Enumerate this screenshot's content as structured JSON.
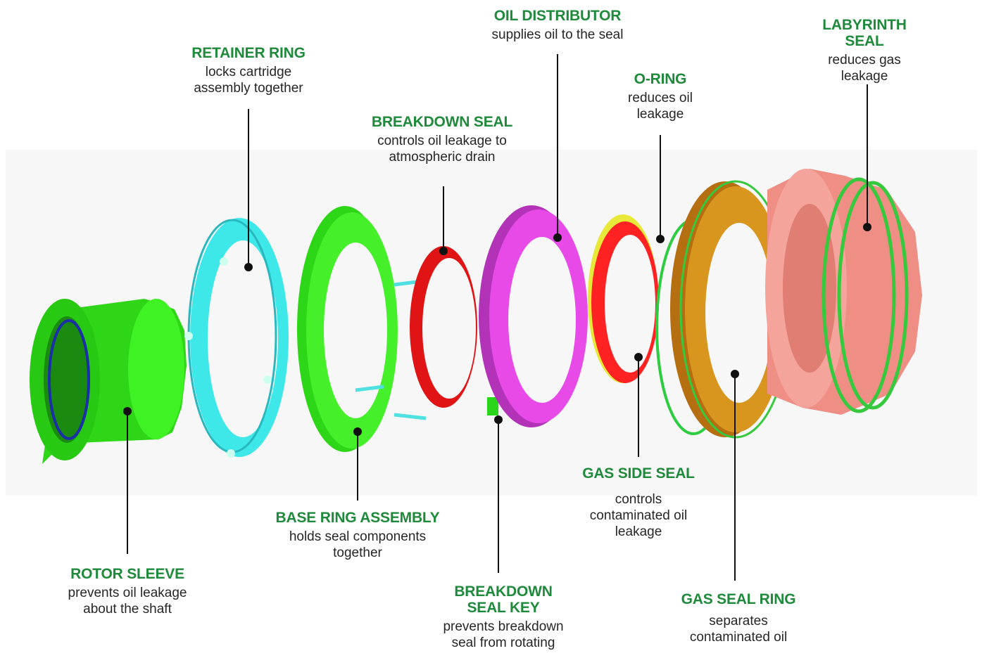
{
  "colors": {
    "label_title": "#1f8a3b",
    "label_text": "#262626",
    "rotor_sleeve": "#33ee1a",
    "retainer_ring": "#3ee8e8",
    "base_ring": "#33e81a",
    "breakdown_seal": "#ff1a1a",
    "oil_distributor": "#e14ae3",
    "gas_side_seal": "#ff2222",
    "o_ring": "#2ecc40",
    "gas_seal_ring": "#c87a14",
    "labyrinth_seal": "#f08a80"
  },
  "labels": {
    "rotor_sleeve": {
      "title": "ROTOR SLEEVE",
      "desc": "prevents oil leakage\nabout the shaft"
    },
    "retainer_ring": {
      "title": "RETAINER RING",
      "desc": "locks cartridge\nassembly together"
    },
    "base_ring": {
      "title": "BASE RING ASSEMBLY",
      "desc": "holds seal components\ntogether"
    },
    "breakdown_seal": {
      "title": "BREAKDOWN SEAL",
      "desc": "controls oil leakage to\natmospheric drain"
    },
    "breakdown_seal_key": {
      "title": "BREAKDOWN\nSEAL KEY",
      "desc": "prevents breakdown\nseal from rotating"
    },
    "oil_distributor": {
      "title": "OIL DISTRIBUTOR",
      "desc": "supplies oil to the seal"
    },
    "o_ring": {
      "title": "O-RING",
      "desc": "reduces oil\nleakage"
    },
    "gas_side_seal": {
      "title": "GAS SIDE SEAL",
      "desc": "controls\ncontaminated oil\nleakage"
    },
    "gas_seal_ring": {
      "title": "GAS SEAL RING",
      "desc": "separates\ncontaminated oil"
    },
    "labyrinth_seal": {
      "title": "LABYRINTH SEAL",
      "desc": "reduces gas\nleakage"
    }
  }
}
